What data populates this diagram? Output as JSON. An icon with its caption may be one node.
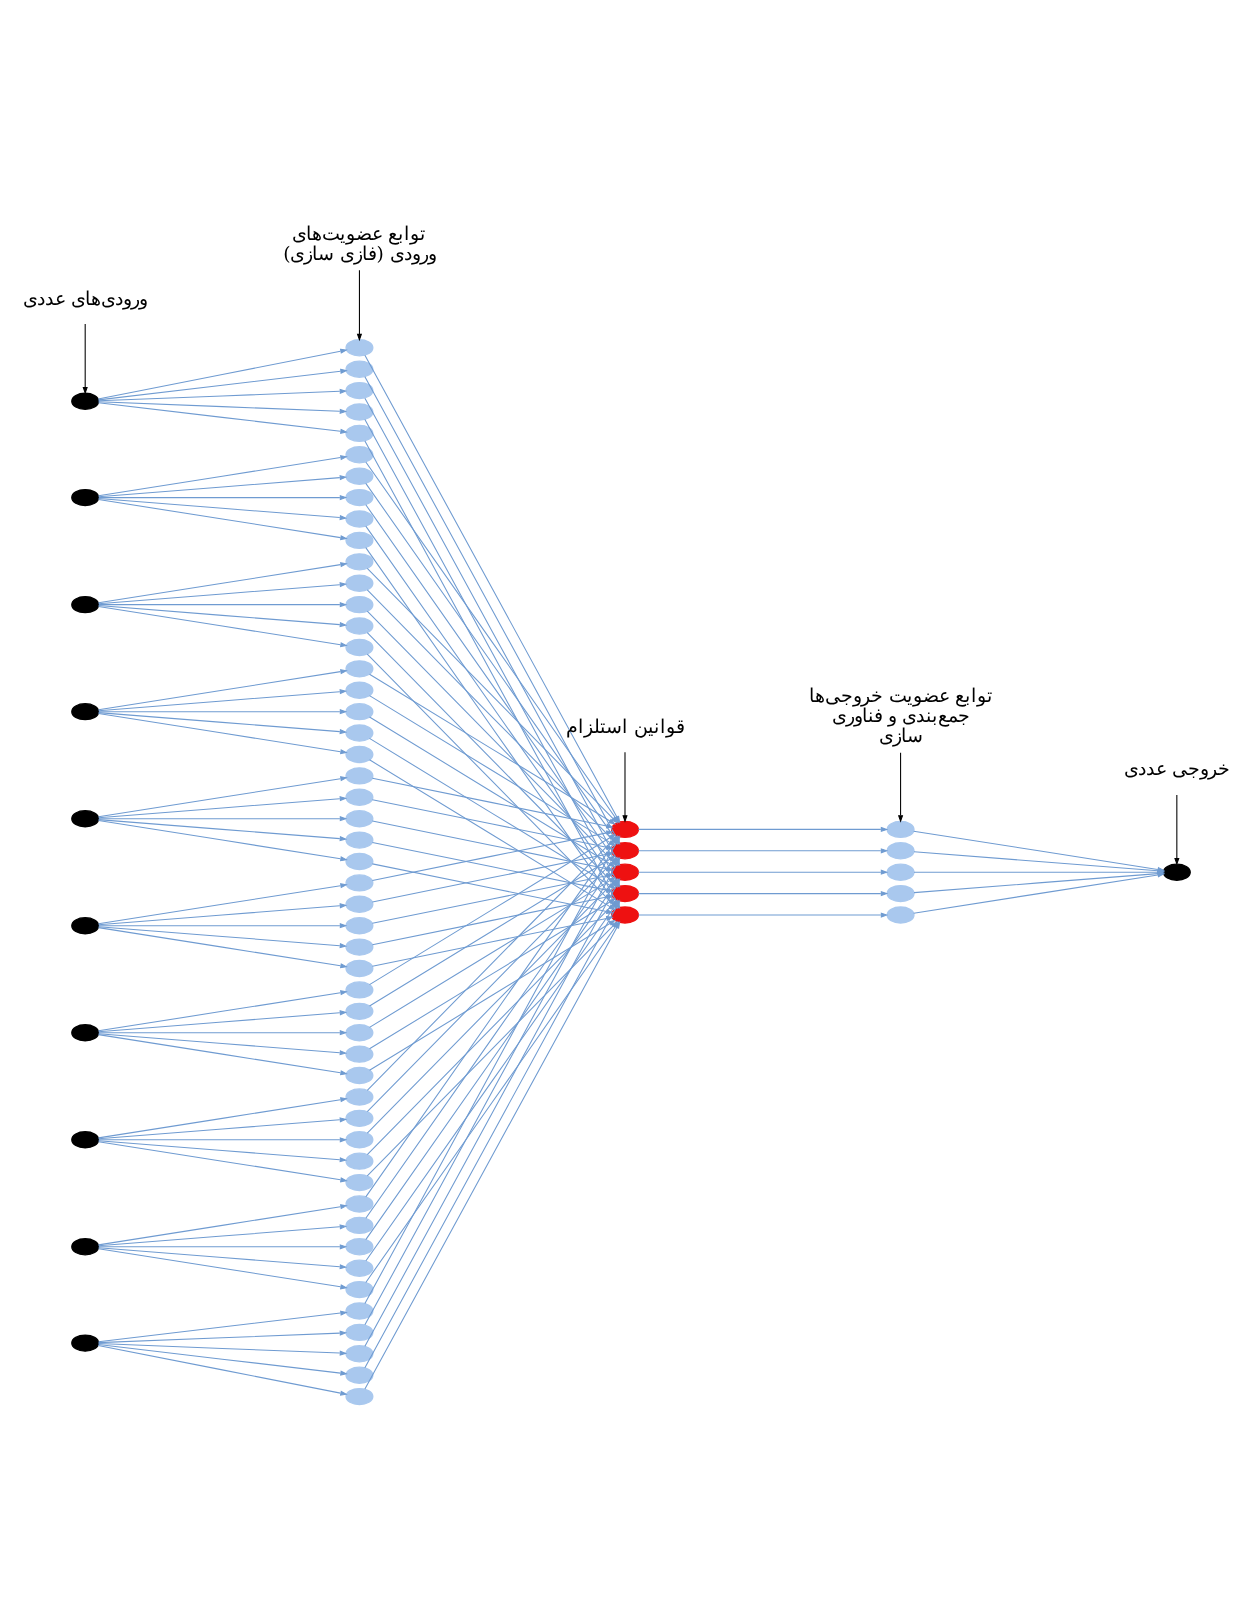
{
  "diagram": {
    "nodes": [
      {
        "text": [
          "ورودی‌های عددی"
        ]
      },
      {
        "text": [
          "توابع عضویت‌های ورودی (فازی سازی)"
        ]
      },
      {
        "text": [
          "قوانین استلزام"
        ]
      },
      {
        "text": [
          "توابع عضویت خروجی‌ها جمع‌بندی و فناوری سازی"
        ]
      },
      {
        "text": [
          "خروجی عددی"
        ]
      },
      {
        "text": [],
        "shape": "ellipse"
      },
      {
        "text": [],
        "shape": "ellipse"
      },
      {
        "text": [],
        "shape": "ellipse"
      },
      {
        "text": [],
        "shape": "ellipse"
      },
      {
        "text": [],
        "shape": "ellipse"
      },
      {
        "text": [],
        "shape": "ellipse"
      },
      {
        "text": [],
        "shape": "ellipse"
      },
      {
        "text": [],
        "shape": "ellipse"
      },
      {
        "text": [],
        "shape": "ellipse"
      },
      {
        "text": [],
        "shape": "ellipse"
      },
      {
        "text": [],
        "shape": "ellipse"
      },
      {
        "text": [],
        "shape": "ellipse"
      },
      {
        "text": [],
        "shape": "ellipse"
      },
      {
        "text": [],
        "shape": "ellipse"
      },
      {
        "text": [],
        "shape": "ellipse"
      },
      {
        "text": [],
        "shape": "ellipse"
      },
      {
        "text": [],
        "shape": "ellipse"
      },
      {
        "text": [],
        "shape": "ellipse"
      },
      {
        "text": [],
        "shape": "ellipse"
      },
      {
        "text": [],
        "shape": "ellipse"
      },
      {
        "text": [],
        "shape": "ellipse"
      },
      {
        "text": [],
        "shape": "ellipse"
      },
      {
        "text": [],
        "shape": "ellipse"
      },
      {
        "text": [],
        "shape": "ellipse"
      },
      {
        "text": [],
        "shape": "ellipse"
      },
      {
        "text": [],
        "shape": "ellipse"
      },
      {
        "text": [],
        "shape": "ellipse"
      },
      {
        "text": [],
        "shape": "ellipse"
      },
      {
        "text": [],
        "shape": "ellipse"
      },
      {
        "text": [],
        "shape": "ellipse"
      },
      {
        "text": [],
        "shape": "ellipse"
      },
      {
        "text": [],
        "shape": "ellipse"
      },
      {
        "text": [],
        "shape": "ellipse"
      },
      {
        "text": [],
        "shape": "ellipse"
      },
      {
        "text": [],
        "shape": "ellipse"
      },
      {
        "text": [],
        "shape": "ellipse"
      },
      {
        "text": [],
        "shape": "ellipse"
      },
      {
        "text": [],
        "shape": "ellipse"
      },
      {
        "text": [],
        "shape": "ellipse"
      },
      {
        "text": [],
        "shape": "ellipse"
      },
      {
        "text": [],
        "shape": "ellipse"
      },
      {
        "text": [],
        "shape": "ellipse"
      },
      {
        "text": [],
        "shape": "ellipse"
      },
      {
        "text": [],
        "shape": "ellipse"
      },
      {
        "text": [],
        "shape": "ellipse"
      },
      {
        "text": [],
        "shape": "ellipse"
      },
      {
        "text": [],
        "shape": "ellipse"
      },
      {
        "text": [],
        "shape": "ellipse"
      },
      {
        "text": [],
        "shape": "ellipse"
      },
      {
        "text": [],
        "shape": "ellipse"
      },
      {
        "text": [],
        "shape": "ellipse"
      },
      {
        "text": [],
        "shape": "ellipse"
      },
      {
        "text": [],
        "shape": "ellipse"
      },
      {
        "text": [],
        "shape": "ellipse"
      },
      {
        "text": [],
        "shape": "ellipse"
      },
      {
        "text": [],
        "shape": "ellipse"
      },
      {
        "text": [],
        "shape": "ellipse"
      },
      {
        "text": [],
        "shape": "ellipse"
      },
      {
        "text": [],
        "shape": "ellipse"
      },
      {
        "text": [],
        "shape": "ellipse"
      },
      {
        "text": [],
        "shape": "ellipse"
      },
      {
        "text": [],
        "shape": "ellipse"
      },
      {
        "text": [],
        "shape": "ellipse"
      },
      {
        "text": [],
        "shape": "ellipse"
      },
      {
        "text": [],
        "shape": "ellipse"
      },
      {
        "text": [],
        "shape": "ellipse"
      },
      {
        "text": [],
        "shape": "ellipse"
      },
      {
        "text": [],
        "shape": "ellipse"
      },
      {
        "text": [],
        "shape": "ellipse"
      },
      {
        "text": [],
        "shape": "ellipse"
      },
      {
        "text": [],
        "shape": "ellipse"
      }
    ],
    "edges": [
      {
        "from": 0,
        "to": 5,
        "arrow": "to",
        "color": "#000000"
      },
      {
        "from": 1,
        "to": 15,
        "arrow": "to",
        "color": "#000000"
      },
      {
        "from": 2,
        "to": 65,
        "arrow": "to",
        "color": "#000000"
      },
      {
        "from": 3,
        "to": 70,
        "arrow": "to",
        "color": "#000000"
      },
      {
        "from": 4,
        "to": 75,
        "arrow": "to",
        "color": "#000000"
      },
      {
        "from": 5,
        "to": 15,
        "arrow": "to"
      },
      {
        "from": 5,
        "to": 16,
        "arrow": "to"
      },
      {
        "from": 5,
        "to": 17,
        "arrow": "to"
      },
      {
        "from": 5,
        "to": 18,
        "arrow": "to"
      },
      {
        "from": 5,
        "to": 19,
        "arrow": "to"
      },
      {
        "from": 6,
        "to": 20,
        "arrow": "to"
      },
      {
        "from": 6,
        "to": 21,
        "arrow": "to"
      },
      {
        "from": 6,
        "to": 22,
        "arrow": "to"
      },
      {
        "from": 6,
        "to": 23,
        "arrow": "to"
      },
      {
        "from": 6,
        "to": 24,
        "arrow": "to"
      },
      {
        "from": 7,
        "to": 25,
        "arrow": "to"
      },
      {
        "from": 7,
        "to": 26,
        "arrow": "to"
      },
      {
        "from": 7,
        "to": 27,
        "arrow": "to"
      },
      {
        "from": 7,
        "to": 28,
        "arrow": "to"
      },
      {
        "from": 7,
        "to": 29,
        "arrow": "to"
      },
      {
        "from": 8,
        "to": 30,
        "arrow": "to"
      },
      {
        "from": 8,
        "to": 31,
        "arrow": "to"
      },
      {
        "from": 8,
        "to": 32,
        "arrow": "to"
      },
      {
        "from": 8,
        "to": 33,
        "arrow": "to"
      },
      {
        "from": 8,
        "to": 34,
        "arrow": "to"
      },
      {
        "from": 9,
        "to": 35,
        "arrow": "to"
      },
      {
        "from": 9,
        "to": 36,
        "arrow": "to"
      },
      {
        "from": 9,
        "to": 37,
        "arrow": "to"
      },
      {
        "from": 9,
        "to": 38,
        "arrow": "to"
      },
      {
        "from": 9,
        "to": 39,
        "arrow": "to"
      },
      {
        "from": 10,
        "to": 40,
        "arrow": "to"
      },
      {
        "from": 10,
        "to": 41,
        "arrow": "to"
      },
      {
        "from": 10,
        "to": 42,
        "arrow": "to"
      },
      {
        "from": 10,
        "to": 43,
        "arrow": "to"
      },
      {
        "from": 10,
        "to": 44,
        "arrow": "to"
      },
      {
        "from": 11,
        "to": 45,
        "arrow": "to"
      },
      {
        "from": 11,
        "to": 46,
        "arrow": "to"
      },
      {
        "from": 11,
        "to": 47,
        "arrow": "to"
      },
      {
        "from": 11,
        "to": 48,
        "arrow": "to"
      },
      {
        "from": 11,
        "to": 49,
        "arrow": "to"
      },
      {
        "from": 12,
        "to": 50,
        "arrow": "to"
      },
      {
        "from": 12,
        "to": 51,
        "arrow": "to"
      },
      {
        "from": 12,
        "to": 52,
        "arrow": "to"
      },
      {
        "from": 12,
        "to": 53,
        "arrow": "to"
      },
      {
        "from": 12,
        "to": 54,
        "arrow": "to"
      },
      {
        "from": 13,
        "to": 55,
        "arrow": "to"
      },
      {
        "from": 13,
        "to": 56,
        "arrow": "to"
      },
      {
        "from": 13,
        "to": 57,
        "arrow": "to"
      },
      {
        "from": 13,
        "to": 58,
        "arrow": "to"
      },
      {
        "from": 13,
        "to": 59,
        "arrow": "to"
      },
      {
        "from": 14,
        "to": 60,
        "arrow": "to"
      },
      {
        "from": 14,
        "to": 61,
        "arrow": "to"
      },
      {
        "from": 14,
        "to": 62,
        "arrow": "to"
      },
      {
        "from": 14,
        "to": 63,
        "arrow": "to"
      },
      {
        "from": 14,
        "to": 64,
        "arrow": "to"
      },
      {
        "from": 15,
        "to": 65,
        "arrow": "to"
      },
      {
        "from": 16,
        "to": 66,
        "arrow": "to"
      },
      {
        "from": 17,
        "to": 67,
        "arrow": "to"
      },
      {
        "from": 18,
        "to": 68,
        "arrow": "to"
      },
      {
        "from": 19,
        "to": 69,
        "arrow": "to"
      },
      {
        "from": 20,
        "to": 65,
        "arrow": "to"
      },
      {
        "from": 21,
        "to": 66,
        "arrow": "to"
      },
      {
        "from": 22,
        "to": 67,
        "arrow": "to"
      },
      {
        "from": 23,
        "to": 68,
        "arrow": "to"
      },
      {
        "from": 24,
        "to": 69,
        "arrow": "to"
      },
      {
        "from": 25,
        "to": 65,
        "arrow": "to"
      },
      {
        "from": 26,
        "to": 66,
        "arrow": "to"
      },
      {
        "from": 27,
        "to": 67,
        "arrow": "to"
      },
      {
        "from": 28,
        "to": 68,
        "arrow": "to"
      },
      {
        "from": 29,
        "to": 69,
        "arrow": "to"
      },
      {
        "from": 30,
        "to": 65,
        "arrow": "to"
      },
      {
        "from": 31,
        "to": 66,
        "arrow": "to"
      },
      {
        "from": 32,
        "to": 67,
        "arrow": "to"
      },
      {
        "from": 33,
        "to": 68,
        "arrow": "to"
      },
      {
        "from": 34,
        "to": 69,
        "arrow": "to"
      },
      {
        "from": 35,
        "to": 65,
        "arrow": "to"
      },
      {
        "from": 36,
        "to": 66,
        "arrow": "to"
      },
      {
        "from": 37,
        "to": 67,
        "arrow": "to"
      },
      {
        "from": 38,
        "to": 68,
        "arrow": "to"
      },
      {
        "from": 39,
        "to": 69,
        "arrow": "to"
      },
      {
        "from": 40,
        "to": 65,
        "arrow": "to"
      },
      {
        "from": 41,
        "to": 66,
        "arrow": "to"
      },
      {
        "from": 42,
        "to": 67,
        "arrow": "to"
      },
      {
        "from": 43,
        "to": 68,
        "arrow": "to"
      },
      {
        "from": 44,
        "to": 69,
        "arrow": "to"
      },
      {
        "from": 45,
        "to": 65,
        "arrow": "to"
      },
      {
        "from": 46,
        "to": 66,
        "arrow": "to"
      },
      {
        "from": 47,
        "to": 67,
        "arrow": "to"
      },
      {
        "from": 48,
        "to": 68,
        "arrow": "to"
      },
      {
        "from": 49,
        "to": 69,
        "arrow": "to"
      },
      {
        "from": 50,
        "to": 65,
        "arrow": "to"
      },
      {
        "from": 51,
        "to": 66,
        "arrow": "to"
      },
      {
        "from": 52,
        "to": 67,
        "arrow": "to"
      },
      {
        "from": 53,
        "to": 68,
        "arrow": "to"
      },
      {
        "from": 54,
        "to": 69,
        "arrow": "to"
      },
      {
        "from": 55,
        "to": 65,
        "arrow": "to"
      },
      {
        "from": 56,
        "to": 66,
        "arrow": "to"
      },
      {
        "from": 57,
        "to": 67,
        "arrow": "to"
      },
      {
        "from": 58,
        "to": 68,
        "arrow": "to"
      },
      {
        "from": 59,
        "to": 69,
        "arrow": "to"
      },
      {
        "from": 60,
        "to": 65,
        "arrow": "to"
      },
      {
        "from": 61,
        "to": 66,
        "arrow": "to"
      },
      {
        "from": 62,
        "to": 67,
        "arrow": "to"
      },
      {
        "from": 63,
        "to": 68,
        "arrow": "to"
      },
      {
        "from": 64,
        "to": 69,
        "arrow": "to"
      },
      {
        "from": 65,
        "to": 70,
        "arrow": "to"
      },
      {
        "from": 66,
        "to": 71,
        "arrow": "to"
      },
      {
        "from": 67,
        "to": 72,
        "arrow": "to"
      },
      {
        "from": 68,
        "to": 73,
        "arrow": "to"
      },
      {
        "from": 69,
        "to": 74,
        "arrow": "to"
      },
      {
        "from": 70,
        "to": 75,
        "arrow": "to"
      },
      {
        "from": 71,
        "to": 75,
        "arrow": "to"
      },
      {
        "from": 72,
        "to": 75,
        "arrow": "to"
      },
      {
        "from": 73,
        "to": 75,
        "arrow": "to"
      },
      {
        "from": 74,
        "to": 75,
        "arrow": "to"
      }
    ]
  }
}
